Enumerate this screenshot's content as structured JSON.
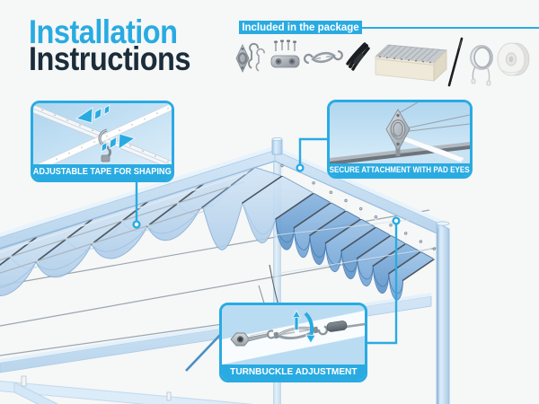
{
  "background_color": "#f6f7f7",
  "accent_color": "#29abe2",
  "title": {
    "line1": "Installation",
    "line2": "Instructions",
    "line1_color": "#29abe2",
    "line2_color": "#1b2d3a"
  },
  "package": {
    "label": "Included in the package",
    "items": [
      "pad-eye",
      "snap-hooks",
      "screws-and-wire-clamp",
      "turnbuckle",
      "black-rope",
      "folded-canopy-box",
      "fiberglass-rod",
      "steel-cable-coil",
      "tape-roll"
    ]
  },
  "callouts": [
    {
      "id": "tape",
      "label": "ADJUSTABLE TAPE FOR SHAPING"
    },
    {
      "id": "padeye",
      "label": "SECURE ATTACHMENT WITH PAD EYES"
    },
    {
      "id": "turnbuckle",
      "label": "TURNBUCKLE ADJUSTMENT"
    }
  ],
  "illustration": "wave-shade-pergola-canopy"
}
